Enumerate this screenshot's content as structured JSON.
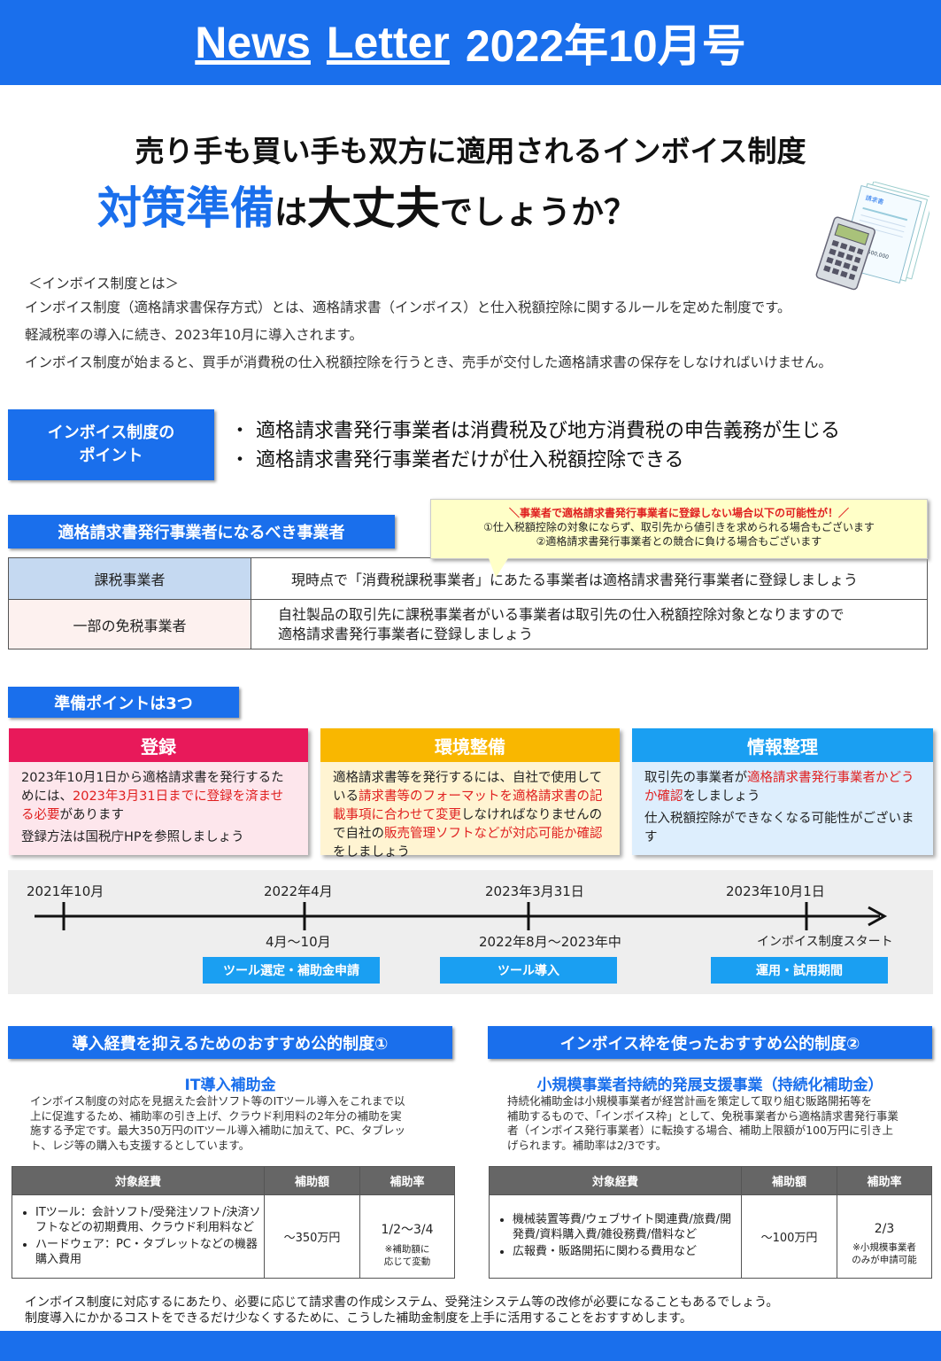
{
  "header": {
    "part1": "News",
    "part2": "Letter",
    "part3": "2022年10月号"
  },
  "headline": {
    "line1": "売り手も買い手も双方に適用されるインボイス制度",
    "blue": "対策準備",
    "mid": "は",
    "big": "大丈夫",
    "tail": "でしょうか？"
  },
  "illustration": {
    "invoice_title": "請求書",
    "amount": "¥500,000"
  },
  "intro": {
    "heading": "＜インボイス制度とは＞",
    "p1": "インボイス制度（適格請求書保存方式）とは、適格請求書（インボイス）と仕入税額控除に関するルールを定めた制度です。",
    "p2": "軽減税率の導入に続き、2023年10月に導入されます。",
    "p3": "インボイス制度が始まると、買手が消費税の仕入税額控除を行うとき、売手が交付した適格請求書の保存をしなければいけません。"
  },
  "point": {
    "l1": "インボイス制度の",
    "l2": "ポイント",
    "b1": "・ 適格請求書発行事業者は消費税及び地方消費税の申告義務が生じる",
    "b2": "・ 適格請求書発行事業者だけが仕入税額控除できる"
  },
  "who": {
    "title": "適格請求書発行事業者になるべき事業者",
    "bubble1": "＼事業者で適格請求書発行事業者に登録しない場合以下の可能性が！／",
    "bubble2": "①仕入税額控除の対象にならず、取引先から値引きを求められる場合もございます",
    "bubble3": "②適格請求書発行事業者との競合に負ける場合もございます",
    "r1a": "課税事業者",
    "r1b": "現時点で「消費税課税事業者」にあたる事業者は適格請求書発行事業者に登録しましょう",
    "r2a": "一部の免税事業者",
    "r2b1": "自社製品の取引先に課税事業者がいる事業者は取引先の仕入税額控除対象となりますので",
    "r2b2": "適格請求書発行事業者に登録しましょう"
  },
  "prep": {
    "title": "準備ポイントは3つ",
    "c1": {
      "title": "登録",
      "t1": "2023年10月1日から適格請求書を発行するためには、",
      "r1": "2023年3月31日までに登録を済ませる必要",
      "t2": "があります",
      "t3": "登録方法は国税庁HPを参照しましょう",
      "color": "#e8195a",
      "bg": "#fde6ec"
    },
    "c2": {
      "title": "環境整備",
      "t1": "適格請求書等を発行するには、自社で使用している",
      "r1": "請求書等のフォーマットを適格請求書の記載事項に合わせて変更",
      "t2": "しなければなりませんので自社の",
      "r2": "販売管理ソフトなどが対応可能か確認",
      "t3": "をしましょう",
      "color": "#f9b700",
      "bg": "#fff4d2"
    },
    "c3": {
      "title": "情報整理",
      "t1": "取引先の事業者が",
      "r1": "適格請求書発行事業者かどうか確認",
      "t2": "をしましょう",
      "t3": "仕入税額控除ができなくなる可能性がございます",
      "color": "#1a9ff2",
      "bg": "#ddeefd"
    }
  },
  "timeline": {
    "d1": "2021年10月",
    "d2": "2022年4月",
    "d3": "2023年3月31日",
    "d4": "2023年10月1日",
    "s2": "4月～10月",
    "s3": "2022年8月～2023年中",
    "s4": "インボイス制度スタート",
    "tag1": "ツール選定・補助金申請",
    "tag2": "ツール導入",
    "tag3": "運用・試用期間"
  },
  "sys1": {
    "title": "導入経費を抑えるためのおすすめ公的制度①",
    "sub": "IT導入補助金",
    "p1": "インボイス制度の対応を見据えた会計ソフト等のITツール導入をこれまで以",
    "p2": "上に促進するため、補助率の引き上げ、クラウド利用料の2年分の補助を実",
    "p3": "施する予定です。最大350万円のITツール導入補助に加えて、PC、タブレッ",
    "p4": "ト、レジ等の購入も支援するとしています。",
    "h1": "対象経費",
    "h2": "補助額",
    "h3": "補助率",
    "li1": "ITツール：会計ソフト/受発注ソフト/決済ソフトなどの初期費用、クラウド利用料など",
    "li2": "ハードウェア：PC・タブレットなどの機器購入費用",
    "amount": "～350万円",
    "rate": "1/2～3/4",
    "note1": "※補助額に",
    "note2": "応じて変動"
  },
  "sys2": {
    "title": "インボイス枠を使ったおすすめ公的制度②",
    "sub": "小規模事業者持続的発展支援事業（持続化補助金）",
    "p1": "持続化補助金は小規模事業者が経営計画を策定して取り組む販路開拓等を",
    "p2": "補助するもので、「インボイス枠」として、免税事業者から適格請求書発行事業",
    "p3": "者（インボイス発行事業者）に転換する場合、補助上限額が100万円に引き上",
    "p4": "げられます。補助率は2/3です。",
    "h1": "対象経費",
    "h2": "補助額",
    "h3": "補助率",
    "li1": "機械装置等費/ウェブサイト関連費/旅費/開発費/資料購入費/雑役務費/借料など",
    "li2": "広報費・販路開拓に関わる費用など",
    "amount": "～100万円",
    "rate": "2/3",
    "note1": "※小規模事業者",
    "note2": "のみが申請可能"
  },
  "footer": {
    "l1": "インボイス制度に対応するにあたり、必要に応じて請求書の作成システム、受発注システム等の改修が必要になることもあるでしょう。",
    "l2": "制度導入にかかるコストをできるだけ少なくするために、こうした補助金制度を上手に活用することをおすすめします。"
  },
  "colors": {
    "primary": "#1a6fec",
    "accent_red": "#e02020"
  }
}
